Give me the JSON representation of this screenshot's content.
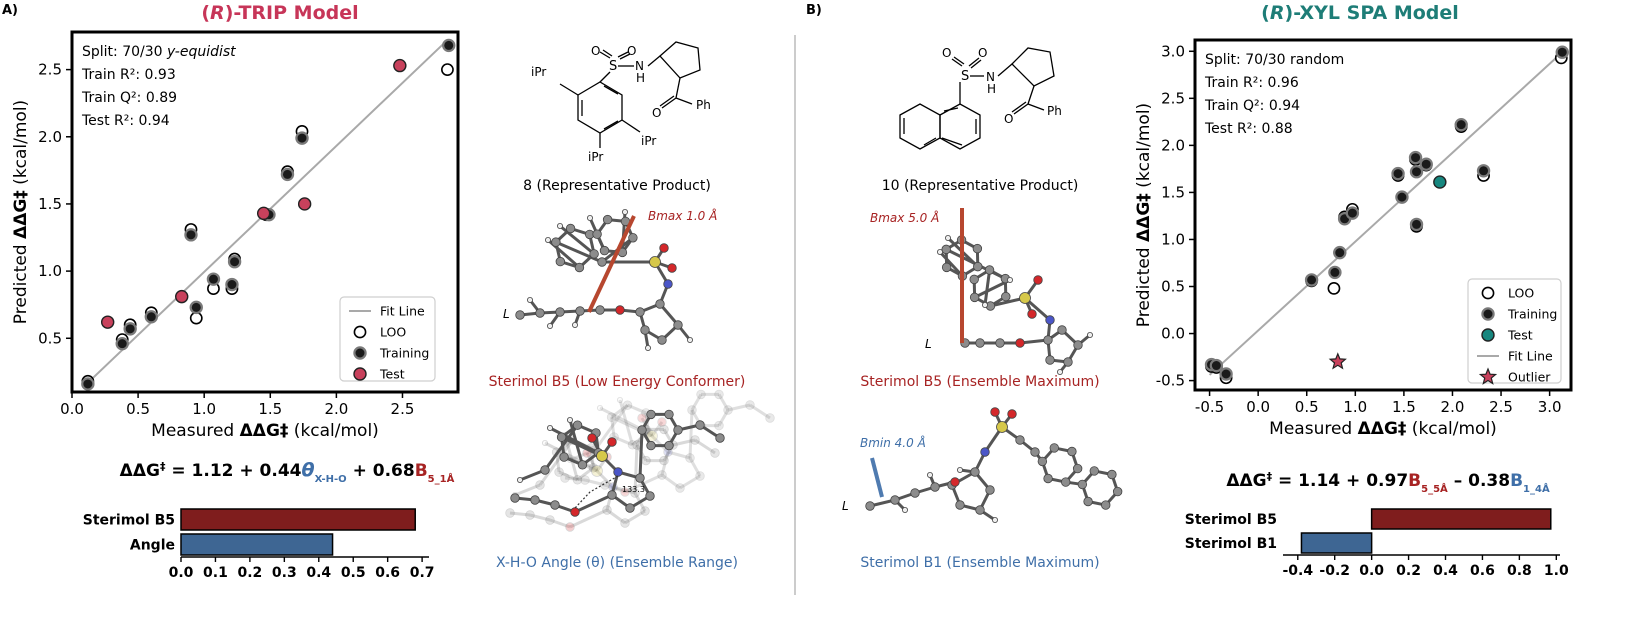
{
  "colors": {
    "trip_title": "#c73558",
    "xyl_title": "#1e7d77",
    "test_red": "#c8415c",
    "test_teal": "#17877f",
    "b5_bar": "#7f1d1d",
    "b1_bar": "#3e6693",
    "blue_sub": "#3f6fa8",
    "red_sub": "#a72323",
    "fit_line": "#a9a9a9",
    "stick_red": "#b7472f",
    "stick_blue": "#4f7bb0"
  },
  "panel_a": {
    "label": "A)",
    "title_italic": "R",
    "title_rest": "-TRIP Model",
    "structure_iPr": "iPr",
    "structure_Ph": "Ph",
    "structure_S": "S",
    "structure_O": "O",
    "structure_N": "N",
    "structure_H": "H",
    "product_caption": "8 (Representative Product)",
    "bmax_label": "Bmax 1.0 Å",
    "l_label": "L",
    "b5_caption": "Sterimol B5 (Low Energy Conformer)",
    "angle_value": "133.3",
    "angle_caption": "X-H-O Angle (θ) (Ensemble Range)",
    "equation": {
      "lhs": "ΔΔG",
      "dagger": "‡",
      "eq": " = 1.12 + 0.44",
      "theta": "θ",
      "theta_sub": "X-H-O",
      "plus": " + 0.68",
      "b": "B",
      "b_sub": "5_1Å"
    }
  },
  "panel_b": {
    "label": "B)",
    "title_italic": "R",
    "title_rest": "-XYL SPA Model",
    "structure_Ph": "Ph",
    "structure_S": "S",
    "structure_O": "O",
    "structure_N": "N",
    "structure_H": "H",
    "product_caption": "10 (Representative Product)",
    "bmax_label": "Bmax 5.0 Å",
    "bmin_label": "Bmin 4.0 Å",
    "l_label": "L",
    "b5_caption": "Sterimol B5 (Ensemble Maximum)",
    "b1_caption": "Sterimol B1 (Ensemble Maximum)",
    "equation": {
      "lhs": "ΔΔG",
      "dagger": "‡",
      "eq": " = 1.14 + 0.97",
      "b1": "B",
      "b1_sub": "5_5Å",
      "minus": " – 0.38",
      "b2": "B",
      "b2_sub": "1_4Å"
    }
  },
  "chart_data": [
    {
      "type": "scatter",
      "id": "trip_scatter",
      "xlabel_prefix": "Measured ",
      "xlabel_bold": "ΔΔG‡",
      "xlabel_suffix": " (kcal/mol)",
      "ylabel_prefix": "Predicted ",
      "ylabel_bold": "ΔΔG‡",
      "ylabel_suffix": " (kcal/mol)",
      "xlim": [
        0.0,
        2.92
      ],
      "ylim": [
        0.1,
        2.78
      ],
      "xticks": [
        0.0,
        0.5,
        1.0,
        1.5,
        2.0,
        2.5
      ],
      "yticks": [
        0.5,
        1.0,
        1.5,
        2.0,
        2.5
      ],
      "fit_line": [
        [
          0.1,
          0.15
        ],
        [
          2.84,
          2.72
        ]
      ],
      "stats": {
        "split": "Split: 70/30 ",
        "split_italic": "y-equidist",
        "train_r2": "Train R²: 0.93",
        "train_q2": "Train Q²: 0.89",
        "test_r2": "Test R²: 0.94"
      },
      "legend": {
        "position": "lower-right",
        "fit": "Fit Line",
        "loo": "LOO",
        "training": "Training",
        "test": "Test"
      },
      "series": [
        {
          "name": "LOO",
          "marker": "open",
          "points": [
            [
              0.12,
              0.18
            ],
            [
              0.38,
              0.49
            ],
            [
              0.44,
              0.6
            ],
            [
              0.6,
              0.69
            ],
            [
              0.9,
              1.31
            ],
            [
              0.94,
              0.65
            ],
            [
              1.07,
              0.87
            ],
            [
              1.21,
              0.87
            ],
            [
              1.23,
              1.09
            ],
            [
              1.47,
              1.42
            ],
            [
              1.63,
              1.74
            ],
            [
              1.74,
              2.04
            ],
            [
              2.84,
              2.5
            ]
          ]
        },
        {
          "name": "Training",
          "marker": "filled",
          "points": [
            [
              0.12,
              0.16
            ],
            [
              0.38,
              0.46
            ],
            [
              0.44,
              0.57
            ],
            [
              0.6,
              0.66
            ],
            [
              0.9,
              1.27
            ],
            [
              0.94,
              0.73
            ],
            [
              1.07,
              0.94
            ],
            [
              1.21,
              0.9
            ],
            [
              1.23,
              1.07
            ],
            [
              1.49,
              1.42
            ],
            [
              1.63,
              1.72
            ],
            [
              1.74,
              1.99
            ],
            [
              2.85,
              2.68
            ]
          ]
        },
        {
          "name": "Test",
          "marker": "red",
          "points": [
            [
              0.27,
              0.62
            ],
            [
              0.83,
              0.81
            ],
            [
              1.45,
              1.43
            ],
            [
              1.76,
              1.5
            ],
            [
              2.48,
              2.53
            ]
          ]
        }
      ]
    },
    {
      "type": "scatter",
      "id": "xyl_scatter",
      "xlabel_prefix": "Measured ",
      "xlabel_bold": "ΔΔG‡",
      "xlabel_suffix": " (kcal/mol)",
      "ylabel_prefix": "Predicted ",
      "ylabel_bold": "ΔΔG‡",
      "ylabel_suffix": " (kcal/mol)",
      "xlim": [
        -0.65,
        3.22
      ],
      "ylim": [
        -0.6,
        3.12
      ],
      "xticks": [
        -0.5,
        0.0,
        0.5,
        1.0,
        1.5,
        2.0,
        2.5,
        3.0
      ],
      "yticks": [
        -0.5,
        0.0,
        0.5,
        1.0,
        1.5,
        2.0,
        2.5,
        3.0
      ],
      "fit_line": [
        [
          -0.5,
          -0.44
        ],
        [
          3.12,
          2.98
        ]
      ],
      "stats": {
        "split": "Split: 70/30 random",
        "train_r2": "Train R²: 0.96",
        "train_q2": "Train Q²: 0.94",
        "test_r2": "Test R²: 0.88"
      },
      "legend": {
        "position": "lower-right",
        "loo": "LOO",
        "training": "Training",
        "test": "Test",
        "fit": "Fit Line",
        "outlier": "Outlier"
      },
      "series": [
        {
          "name": "LOO",
          "marker": "open",
          "points": [
            [
              -0.48,
              -0.35
            ],
            [
              -0.43,
              -0.36
            ],
            [
              -0.33,
              -0.47
            ],
            [
              0.55,
              0.56
            ],
            [
              0.78,
              0.48
            ],
            [
              0.84,
              0.86
            ],
            [
              0.89,
              1.24
            ],
            [
              0.97,
              1.32
            ],
            [
              1.44,
              1.68
            ],
            [
              1.48,
              1.45
            ],
            [
              1.62,
              1.85
            ],
            [
              1.63,
              1.14
            ],
            [
              1.73,
              1.79
            ],
            [
              2.09,
              2.2
            ],
            [
              2.32,
              1.68
            ],
            [
              3.12,
              2.93
            ]
          ]
        },
        {
          "name": "Training",
          "marker": "filled",
          "points": [
            [
              -0.48,
              -0.33
            ],
            [
              -0.43,
              -0.34
            ],
            [
              -0.33,
              -0.43
            ],
            [
              0.55,
              0.57
            ],
            [
              0.79,
              0.65
            ],
            [
              0.84,
              0.86
            ],
            [
              0.89,
              1.22
            ],
            [
              0.97,
              1.28
            ],
            [
              1.44,
              1.7
            ],
            [
              1.48,
              1.45
            ],
            [
              1.62,
              1.87
            ],
            [
              1.63,
              1.16
            ],
            [
              1.63,
              1.72
            ],
            [
              1.73,
              1.8
            ],
            [
              2.09,
              2.22
            ],
            [
              2.32,
              1.73
            ],
            [
              3.13,
              2.99
            ]
          ]
        },
        {
          "name": "Test",
          "marker": "teal",
          "points": [
            [
              1.87,
              1.61
            ]
          ]
        },
        {
          "name": "Outlier",
          "marker": "star",
          "points": [
            [
              0.82,
              -0.3
            ]
          ]
        }
      ]
    },
    {
      "type": "bar",
      "id": "trip_bar",
      "orientation": "horizontal",
      "categories": [
        "Sterimol B5",
        "Angle"
      ],
      "values": [
        0.68,
        0.44
      ],
      "xlim": [
        0.0,
        0.72
      ],
      "xticks": [
        "0.0",
        "0.1",
        "0.2",
        "0.3",
        "0.4",
        "0.5",
        "0.6",
        "0.7"
      ]
    },
    {
      "type": "bar",
      "id": "xyl_bar",
      "orientation": "horizontal",
      "categories": [
        "Sterimol B5",
        "Sterimol B1"
      ],
      "values": [
        0.97,
        -0.38
      ],
      "xlim": [
        -0.48,
        1.02
      ],
      "xticks": [
        "-0.4",
        "-0.2",
        "0.0",
        "0.2",
        "0.4",
        "0.6",
        "0.8",
        "1.0"
      ]
    }
  ]
}
